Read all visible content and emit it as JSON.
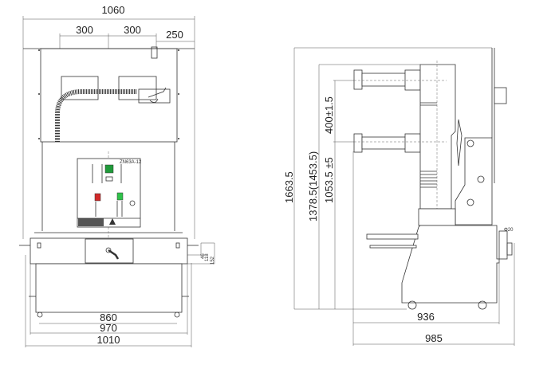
{
  "front_view": {
    "dims": {
      "overall_width": "1060",
      "spacing_1": "300",
      "spacing_2": "300",
      "offset_right": "250",
      "wheel_track": "860",
      "rail_width": "970",
      "overall_base": "1010",
      "small_1": "46",
      "small_2": "118",
      "small_3": "152"
    },
    "panel_model_label": "ZN63A-12",
    "colors": {
      "close_button": "#1f9a3a",
      "open_button": "#d22a2a",
      "indicator": "#2fc24a"
    }
  },
  "side_view": {
    "dims": {
      "overall_height": "1663.5",
      "terminal_height": "1378.5(1453.5)",
      "phase_spacing": "400±1.5",
      "lower_terminal_height": "1053.5 ±5",
      "depth_936": "936",
      "depth_985": "985",
      "diameter": "Φ20"
    }
  }
}
